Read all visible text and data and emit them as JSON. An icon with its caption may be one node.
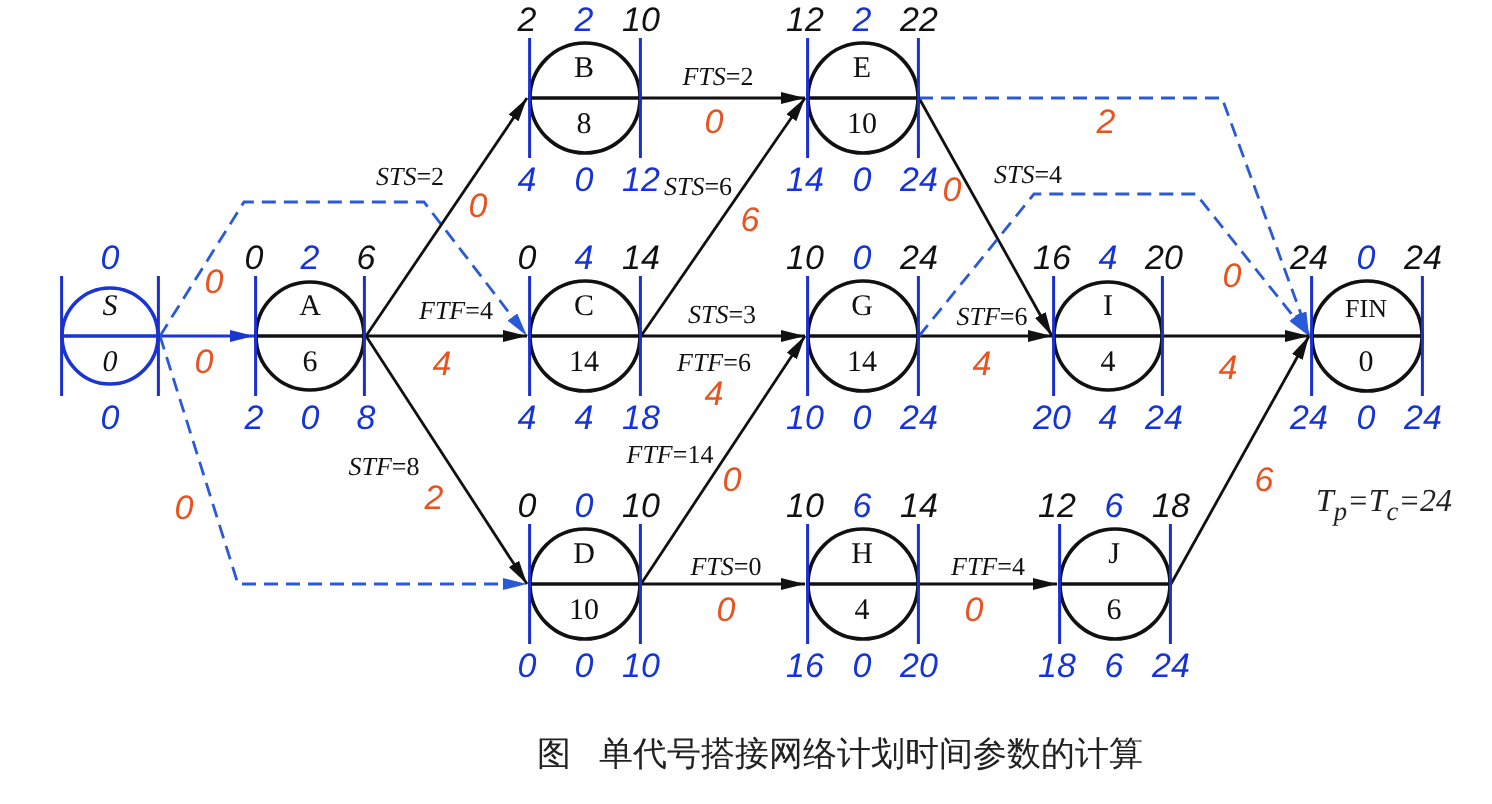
{
  "diagram": {
    "caption": "图 单代号搭接网络计划时间参数的计算",
    "nodes": [
      {
        "text": [
          "S",
          "0"
        ],
        "beside": [
          "0",
          "0"
        ]
      },
      {
        "text": [
          "A",
          "6"
        ],
        "beside": [
          "0",
          "2",
          "6",
          "2",
          "0",
          "8"
        ]
      },
      {
        "text": [
          "B",
          "8"
        ],
        "beside": [
          "2",
          "2",
          "10",
          "4",
          "0",
          "12"
        ]
      },
      {
        "text": [
          "C",
          "14"
        ],
        "beside": [
          "0",
          "4",
          "14",
          "4",
          "4",
          "18"
        ]
      },
      {
        "text": [
          "D",
          "10"
        ],
        "beside": [
          "0",
          "0",
          "10",
          "0",
          "0",
          "10"
        ]
      },
      {
        "text": [
          "E",
          "10"
        ],
        "beside": [
          "12",
          "2",
          "22",
          "14",
          "0",
          "24"
        ]
      },
      {
        "text": [
          "G",
          "14"
        ],
        "beside": [
          "10",
          "0",
          "24",
          "10",
          "0",
          "24"
        ]
      },
      {
        "text": [
          "H",
          "4"
        ],
        "beside": [
          "10",
          "6",
          "14",
          "16",
          "0",
          "20"
        ]
      },
      {
        "text": [
          "I",
          "4"
        ],
        "beside": [
          "16",
          "4",
          "20",
          "20",
          "4",
          "24"
        ]
      },
      {
        "text": [
          "J",
          "6"
        ],
        "beside": [
          "12",
          "6",
          "18",
          "18",
          "6",
          "24"
        ]
      },
      {
        "text": [
          "FIN",
          "0"
        ],
        "beside": [
          "24",
          "0",
          "24",
          "24",
          "0",
          "24"
        ]
      }
    ],
    "edges": [
      {
        "from": 0,
        "to": 1,
        "arrow": "to",
        "color": "#1a35d0"
      },
      {
        "from": 0,
        "to": 3,
        "arrow": "to",
        "style": "dashed",
        "color": "#2a5ad8"
      },
      {
        "from": 0,
        "to": 4,
        "arrow": "to",
        "style": "dashed",
        "color": "#2a5ad8"
      },
      {
        "from": 1,
        "to": 2,
        "arrow": "to",
        "label": "*STS*=2"
      },
      {
        "from": 1,
        "to": 3,
        "arrow": "to",
        "label": "*FTF*=4"
      },
      {
        "from": 1,
        "to": 4,
        "arrow": "to",
        "label": "*STF*=8"
      },
      {
        "from": 2,
        "to": 5,
        "arrow": "to",
        "label": "*FTS*=2"
      },
      {
        "from": 3,
        "to": 5,
        "arrow": "to",
        "label": "*STS*=6"
      },
      {
        "from": 3,
        "to": 6,
        "arrow": "to",
        "label": "*STS*=3"
      },
      {
        "from": 4,
        "to": 6,
        "arrow": "to",
        "label": "*FTF*=14"
      },
      {
        "from": 4,
        "to": 7,
        "arrow": "to",
        "label": "*FTS*=0"
      },
      {
        "from": 5,
        "to": 8,
        "arrow": "to",
        "label": "*STS*=4"
      },
      {
        "from": 5,
        "to": 10,
        "arrow": "to",
        "style": "dashed",
        "color": "#2a5ad8"
      },
      {
        "from": 6,
        "to": 8,
        "arrow": "to",
        "label": "*STF*=6"
      },
      {
        "from": 6,
        "to": 10,
        "arrow": "to",
        "style": "dashed",
        "color": "#2a5ad8"
      },
      {
        "from": 7,
        "to": 9,
        "arrow": "to",
        "label": "*FTF*=4"
      },
      {
        "from": 8,
        "to": 10,
        "arrow": "to"
      },
      {
        "from": 9,
        "to": 10,
        "arrow": "to"
      }
    ],
    "labels": [
      "0",
      "2",
      "0",
      "0",
      "6",
      "0",
      "0",
      "0",
      "4",
      "*FTF*=6",
      "4",
      "4",
      "4",
      "0",
      "6",
      "2",
      "0",
      "T$_{p}$=T$_{c}$=24",
      "0",
      "0"
    ]
  }
}
